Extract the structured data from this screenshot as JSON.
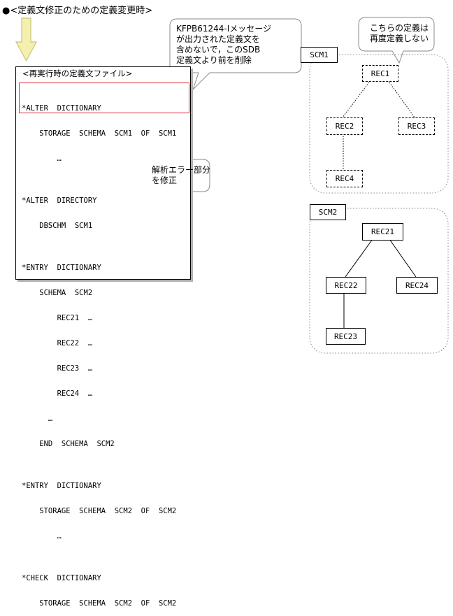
{
  "heading": "●<定義文修正のための定義変更時>",
  "file": {
    "title": "<再実行時の定義文ファイル>",
    "lines": [
      "*ALTER  DICTIONARY",
      "    STORAGE  SCHEMA  SCM1  OF  SCM1",
      "        …",
      "",
      "*ALTER  DIRECTORY",
      "    DBSCHM  SCM1",
      "",
      "*ENTRY  DICTIONARY",
      "    SCHEMA  SCM2",
      "        REC21  …",
      "        REC22  …",
      "        REC23  …",
      "        REC24  …",
      "      …",
      "    END  SCHEMA  SCM2",
      "",
      "*ENTRY  DICTIONARY",
      "    STORAGE  SCHEMA  SCM2  OF  SCM2",
      "        …",
      "",
      "*CHECK  DICTIONARY",
      "    STORAGE  SCHEMA  SCM2  OF  SCM2"
    ]
  },
  "callouts": {
    "delete_note": "KFPB61244-Iメッセージ\nが出力された定義文を\n含めないで，このSDB\n定義文より前を削除",
    "fix_note": "解析エラー部分\nを修正",
    "no_redefine_note": "こちらの定義は\n再度定義しない"
  },
  "schemas": {
    "scm1": {
      "label": "SCM1",
      "nodes": [
        "REC1",
        "REC2",
        "REC3",
        "REC4"
      ]
    },
    "scm2": {
      "label": "SCM2",
      "nodes": [
        "REC21",
        "REC22",
        "REC24",
        "REC23"
      ]
    }
  },
  "colors": {
    "highlight": "#e0313b",
    "arrow_fill": "#f4f0b0",
    "arrow_stroke": "#c9c47a",
    "outline": "#000000"
  }
}
